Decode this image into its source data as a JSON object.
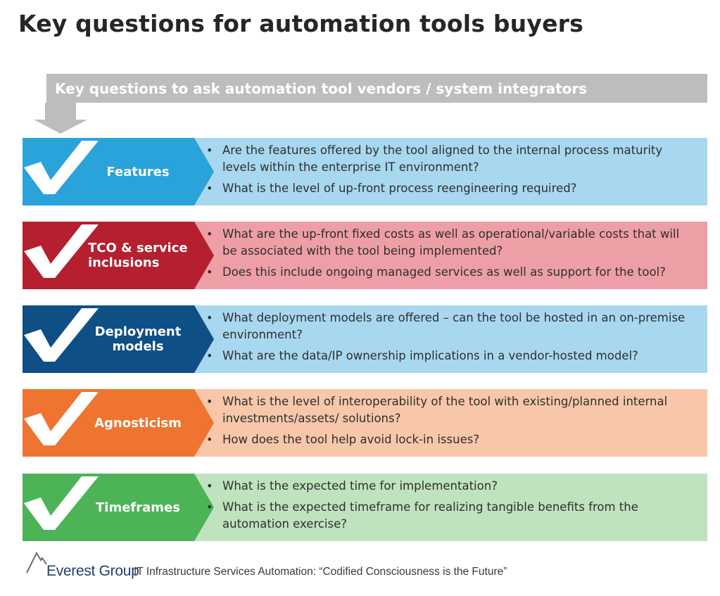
{
  "title": "Key questions for automation tools buyers",
  "banner": {
    "text": "Key questions to ask automation tool vendors / system integrators"
  },
  "rows": [
    {
      "label": "Features",
      "color": "#29a3d9",
      "light": "#a8d8f0",
      "bullets": [
        "Are the features offered by the tool aligned to the internal process maturity levels within the enterprise IT environment?",
        "What is the level of up-front process reengineering required?"
      ]
    },
    {
      "label": "TCO & service inclusions",
      "color": "#b51f2e",
      "light": "#ee9fa6",
      "bullets": [
        "What are the up-front fixed costs as well as operational/variable costs that will be associated with the tool being implemented?",
        "Does this include ongoing managed services as well as support for the tool?"
      ]
    },
    {
      "label": "Deployment models",
      "color": "#0e4f86",
      "light": "#a8d8f0",
      "bullets": [
        "What deployment models are offered – can the tool be hosted in an on-premise environment?",
        "What are the data/IP ownership implications in a vendor-hosted model?"
      ]
    },
    {
      "label": "Agnosticism",
      "color": "#ef7430",
      "light": "#f8c7a9",
      "bullets": [
        "What is the level of interoperability of the tool with existing/planned internal investments/assets/ solutions?",
        "How does the tool help avoid lock-in issues?"
      ]
    },
    {
      "label": "Timeframes",
      "color": "#4cb457",
      "light": "#bfe3bf",
      "bullets": [
        "What is the expected time for implementation?",
        "What is the expected timeframe for realizing tangible benefits from the automation exercise?"
      ]
    }
  ],
  "footer": {
    "brand": "Everest Group",
    "tagline": "IT Infrastructure Services Automation: “Codified Consciousness is the Future”"
  }
}
